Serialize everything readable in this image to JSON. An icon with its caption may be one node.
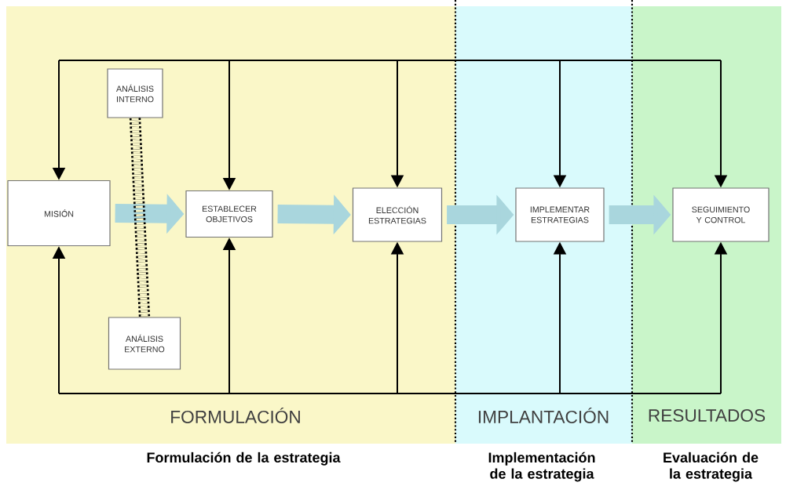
{
  "diagram": {
    "nodes": [
      {
        "text": [
          "FORMULACIÓN"
        ]
      },
      {
        "text": [
          "MISIÓN"
        ],
        "in": 0
      },
      {
        "text": [
          "ANÁLISIS INTERNO"
        ],
        "in": 0
      },
      {
        "text": [
          "ESTABLECER OBJETIVOS"
        ],
        "in": 0
      },
      {
        "text": [
          "ELECCIÓN ESTRATEGIAS"
        ],
        "in": 0
      },
      {
        "text": [
          "ANÁLISIS EXTERNO"
        ],
        "in": 0
      },
      {
        "text": [
          "IMPLANTACIÓN"
        ]
      },
      {
        "text": [
          "IMPLEMENTAR ESTRATEGIAS"
        ],
        "in": 6
      },
      {
        "text": [
          "RESULTADOS"
        ]
      },
      {
        "text": [
          "SEGUIMIENTO Y CONTROL"
        ],
        "in": 8
      }
    ],
    "edges": [
      {
        "from": 1,
        "to": 3,
        "arrow": "to",
        "style": "thick",
        "color": "#a9d6dd"
      },
      {
        "from": 3,
        "to": 4,
        "arrow": "to",
        "style": "thick",
        "color": "#a9d6dd"
      },
      {
        "from": 4,
        "to": 7,
        "arrow": "to",
        "style": "thick",
        "color": "#a9d6dd"
      },
      {
        "from": 7,
        "to": 9,
        "arrow": "to",
        "style": "thick",
        "color": "#a9d6dd"
      },
      {
        "from": 2,
        "to": 5,
        "arrow": "none",
        "style": "dashed"
      },
      {
        "from": null,
        "to": 1,
        "arrow": "to"
      },
      {
        "from": null,
        "to": 3,
        "arrow": "to"
      },
      {
        "from": null,
        "to": 4,
        "arrow": "to"
      },
      {
        "from": null,
        "to": 7,
        "arrow": "to"
      },
      {
        "from": null,
        "to": 9,
        "arrow": "to"
      },
      {
        "from": null,
        "to": 1,
        "arrow": "to"
      },
      {
        "from": null,
        "to": 3,
        "arrow": "to"
      },
      {
        "from": null,
        "to": 4,
        "arrow": "to"
      },
      {
        "from": null,
        "to": 7,
        "arrow": "to"
      },
      {
        "from": null,
        "to": 9,
        "arrow": "to"
      }
    ],
    "labels": [
      "Formulación de la estrategia",
      "Implementación de la estrategia",
      "Evaluación de la estrategia"
    ]
  }
}
